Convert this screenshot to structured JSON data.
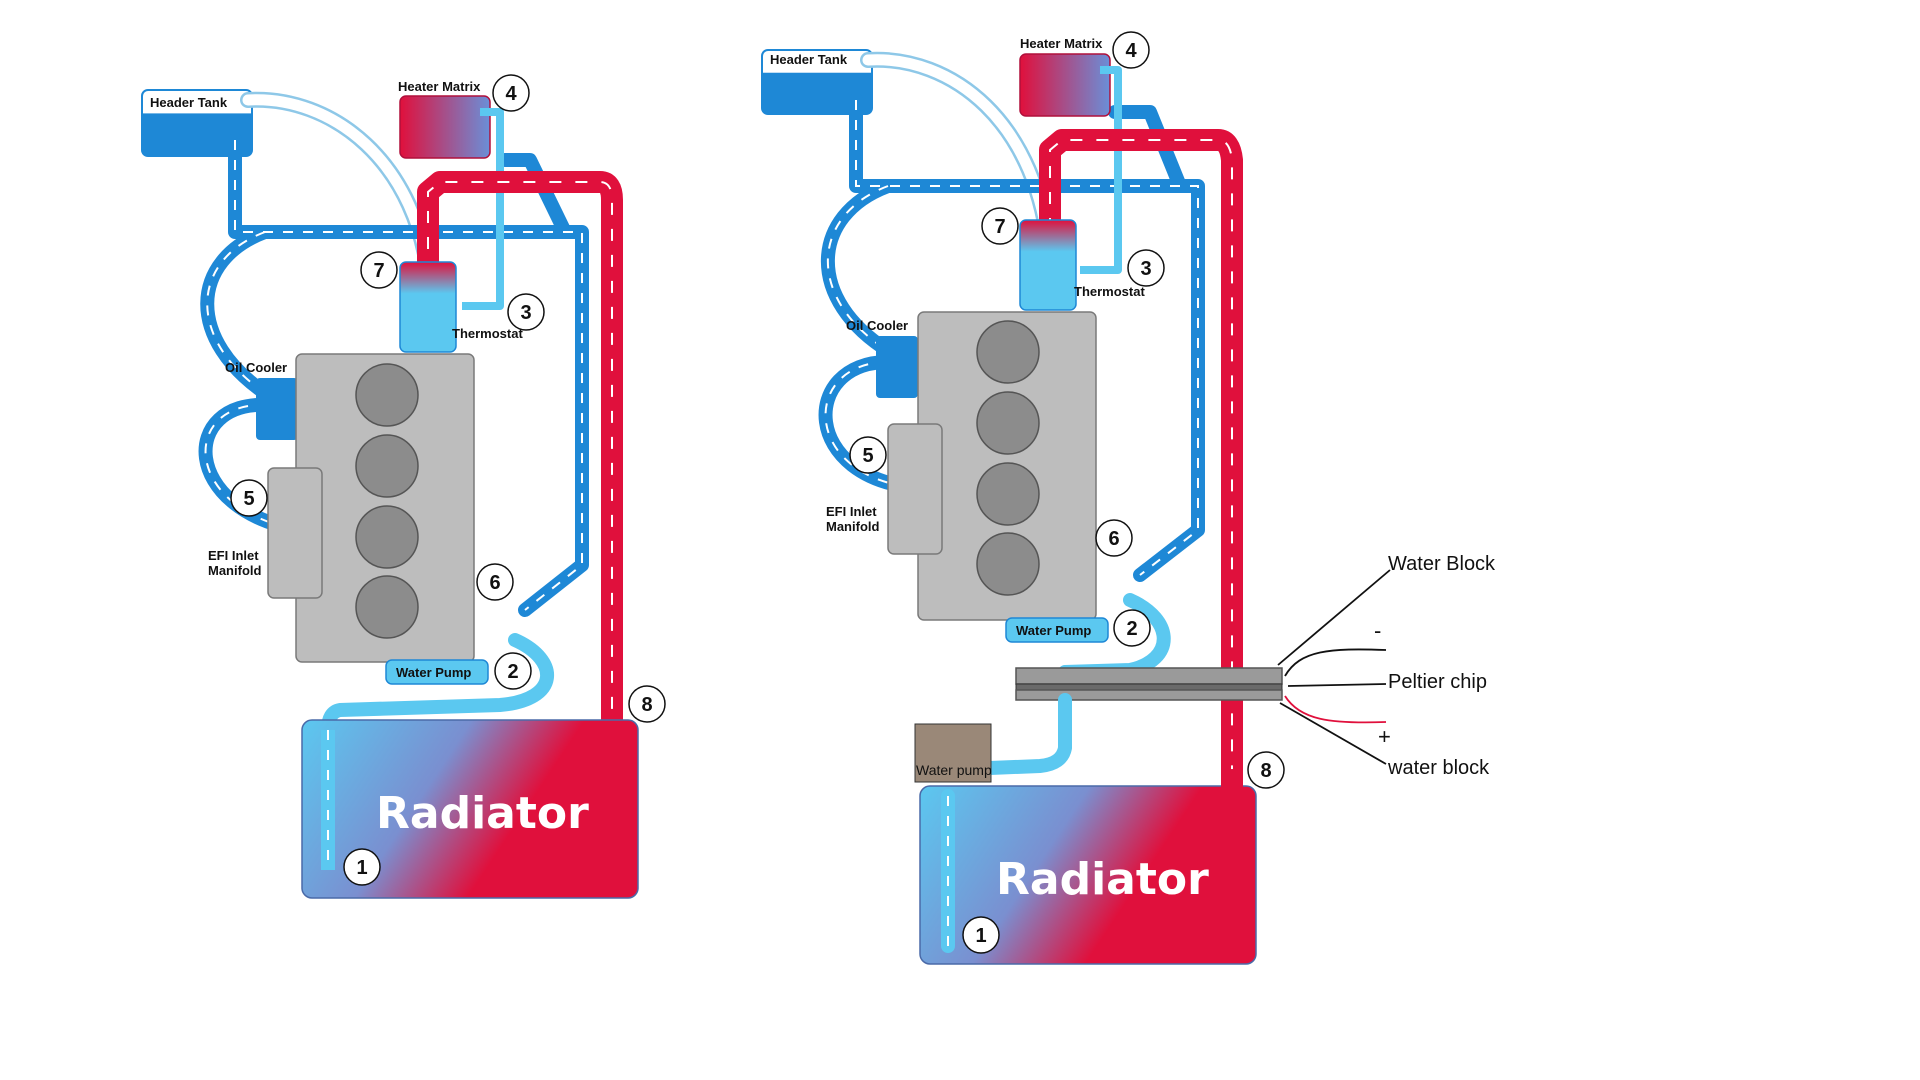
{
  "colors": {
    "cool_blue": "#1e88d6",
    "light_blue": "#5bc8f0",
    "hot_red": "#e0103c",
    "engine_gray": "#bdbdbd",
    "cylinder_gray": "#8c8c8c",
    "pump_brown": "#9a8878",
    "plate_gray": "#9a9a9a"
  },
  "left": {
    "header_tank": "Header Tank",
    "heater_matrix": "Heater Matrix",
    "thermostat": "Thermostat",
    "oil_cooler": "Oil Cooler",
    "efi_line1": "EFI Inlet",
    "efi_line2": "Manifold",
    "water_pump": "Water Pump",
    "radiator": "Radiator",
    "numbers": [
      "1",
      "2",
      "3",
      "4",
      "5",
      "6",
      "7",
      "8"
    ]
  },
  "right": {
    "header_tank": "Header Tank",
    "heater_matrix": "Heater Matrix",
    "thermostat": "Thermostat",
    "oil_cooler": "Oil Cooler",
    "efi_line1": "EFI Inlet",
    "efi_line2": "Manifold",
    "water_pump": "Water Pump",
    "radiator": "Radiator",
    "small_pump": "Water pump",
    "annot_water_block_top": "Water Block",
    "annot_peltier": "Peltier chip",
    "annot_water_block_bottom": "water block",
    "minus": "-",
    "plus": "+",
    "numbers": [
      "1",
      "2",
      "3",
      "4",
      "5",
      "6",
      "7",
      "8"
    ]
  }
}
